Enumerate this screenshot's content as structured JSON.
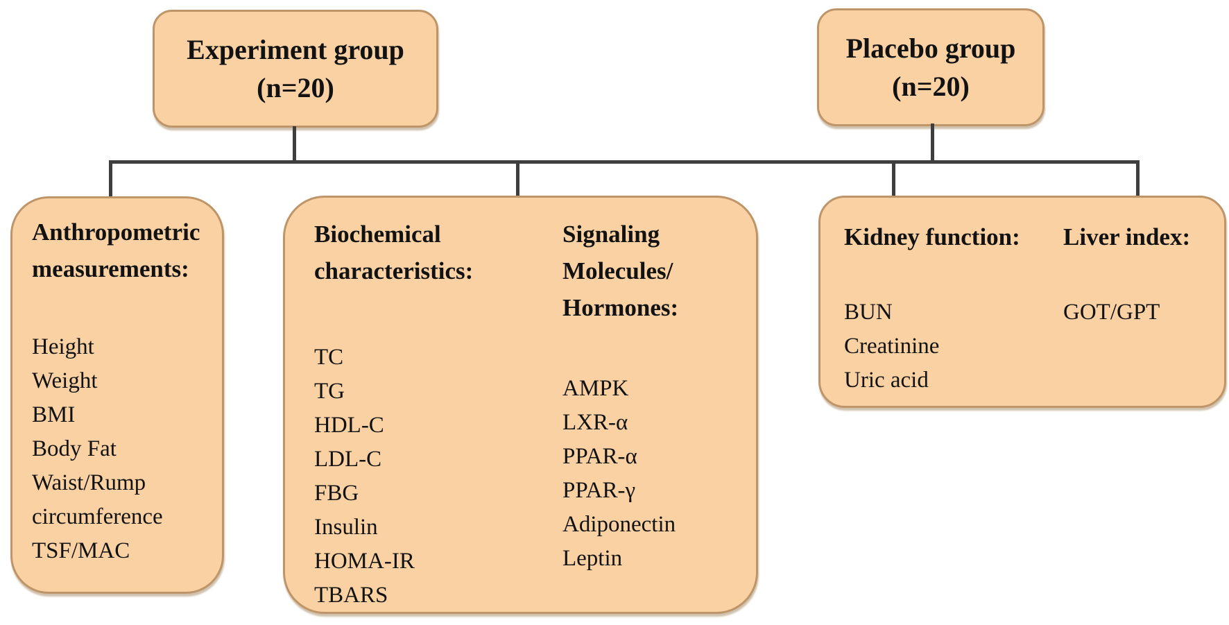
{
  "figure": {
    "type": "flowchart",
    "background": "#FFFFFF",
    "colors": {
      "node_fill": "#F9D1A3",
      "node_border": "#BE9569",
      "connector": "#3E3E3E",
      "text": "#121212"
    },
    "top_nodes": {
      "experiment": {
        "title": "Experiment group",
        "subtitle": "(n=20)"
      },
      "placebo": {
        "title": "Placebo group",
        "subtitle": "(n=20)"
      }
    },
    "panels": {
      "anthropometric": {
        "heading_lines": [
          "Anthropometric",
          "measurements:"
        ],
        "items": [
          "Height",
          "Weight",
          "BMI",
          "Body Fat",
          "Waist/Rump circumference",
          "TSF/MAC"
        ]
      },
      "biochemical": {
        "heading_lines": [
          "Biochemical",
          "characteristics:"
        ],
        "items": [
          "TC",
          "TG",
          "HDL-C",
          "LDL-C",
          "FBG",
          "Insulin",
          "HOMA-IR",
          "TBARS"
        ]
      },
      "signaling": {
        "heading_lines": [
          "Signaling",
          "Molecules/",
          "Hormones:"
        ],
        "items": [
          "AMPK",
          "LXR-α",
          "PPAR-α",
          "PPAR-γ",
          "Adiponectin",
          "Leptin"
        ]
      },
      "kidney": {
        "heading": "Kidney function:",
        "items": [
          "BUN",
          "Creatinine",
          "Uric acid"
        ]
      },
      "liver": {
        "heading": "Liver index:",
        "items": [
          "GOT/GPT"
        ]
      }
    }
  }
}
